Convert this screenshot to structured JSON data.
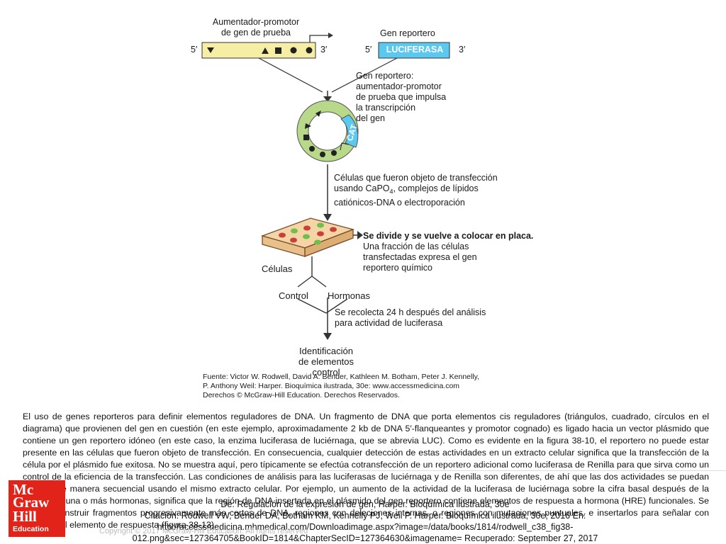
{
  "diagram": {
    "enhancer_label_1": "Aumentador-promotor",
    "enhancer_label_2": "de gen de prueba",
    "reporter_label": "Gen reportero",
    "five_prime_1": "5′",
    "three_prime_1": "3′",
    "five_prime_2": "5′",
    "three_prime_2": "3′",
    "luciferase": "LUCIFERASA",
    "reporter_gene_note": [
      "Gen reportero:",
      "aumentador-promotor",
      "de prueba que impulsa",
      "la transcripción",
      "del gen"
    ],
    "cat": "CAT",
    "transfection_note": [
      "Células que fueron objeto de transfección",
      "usando CaPO",
      "4",
      ", complejos de lípidos",
      "catiónicos-DNA o electroporación"
    ],
    "replate_note_1": "Se divide y se vuelve a colocar en placa.",
    "replate_note_2": [
      "Una fracción de las células",
      "transfectadas expresa el gen",
      "reportero químico"
    ],
    "cells": "Células",
    "control": "Control",
    "hormones": "Hormonas",
    "collect_note": [
      "Se recolecta 24 h después del análisis",
      "para actividad de luciferasa"
    ],
    "identification": [
      "Identificación",
      "de elementos control"
    ],
    "source": [
      "Fuente: Victor W. Rodwell, David A. Bender, Kathleen M. Botham, Peter J. Kennelly,",
      "P. Anthony Weil: Harper. Bioquímica ilustrada, 30e: www.accessmedicina.com",
      "Derechos © McGraw-Hill Education. Derechos Reservados."
    ],
    "colors": {
      "yellow_box": "#f6eea4",
      "luciferase_box": "#5bc8ef",
      "ring": "#b8d98a",
      "cat": "#5bc8ef",
      "dish": "#f3d5a6",
      "dish_border": "#7a4a2a",
      "cell_red": "#c9403a",
      "cell_green": "#6fbf4a",
      "arrow": "#333333"
    }
  },
  "caption": "El uso de genes reporteros para definir elementos reguladores de DNA. Un fragmento de DNA que porta elementos cis reguladores (triángulos, cuadrado, círculos en el diagrama) que provienen del gen en cuestión (en este ejemplo, aproximadamente 2 kb de DNA 5′-flanqueantes y promotor cognado) es ligado hacia un vector plásmido que contiene un gen reportero idóneo (en este caso, la enzima luciferasa de luciérnaga, que se abrevia LUC). Como es evidente en la figura 38-10, el reportero no puede estar presente en las células que fueron objeto de transfección. En consecuencia, cualquier detección de estas actividades en un extracto celular significa que la transfección de la célula por el plásmido fue exitosa. No se muestra aquí, pero típicamente se efectúa cotransfección de un reportero adicional como luciferasa de Renilla para que sirva como un control de la eficiencia de la transfección. Las condiciones de análisis para las luciferasas de luciérnaga y de Renilla son diferentes, de ahí que las dos actividades se puedan analizar de manera secuencial usando el mismo extracto celular. Por ejemplo, un aumento de la actividad de la luciferasa de luciérnaga sobre la cifra basal después de la adición de una o más hormonas, significa que la región de DNA insertada en el plásmido del gen reportero contiene elementos de respuesta a hormona (HRE) funcionales. Se pueden construir fragmentos progresivamente más cortos de DNA, regiones con deleciones internas, o regiones con mutaciones puntuales, e insertarlos para señalar con precisión el elemento de respuesta (figura 38-13).",
  "citation": [
    "De: Regulación de la expresión de gen, Harper. Bioquímica ilustrada, 30e",
    "Citación: Rodwell VW, Bender DA, Botham KM, Kennelly PJ, Weil P. Harper. Bioquímica ilustrada, 30e; 2016 En:",
    "http://accessmedicina.mhmedical.com/Downloadimage.aspx?image=/data/books/1814/rodwell_c38_fig38-",
    "012.png&sec=127364705&BookID=1814&ChapterSecID=127364630&imagename= Recuperado: September 27, 2017"
  ],
  "copyright": "Copyright © 2017 McGraw-Hill Education. All rights reserved",
  "logo": {
    "line1": "Mc",
    "line2": "Graw",
    "line3": "Hill",
    "line4": "Education",
    "color": "#e2231a"
  }
}
